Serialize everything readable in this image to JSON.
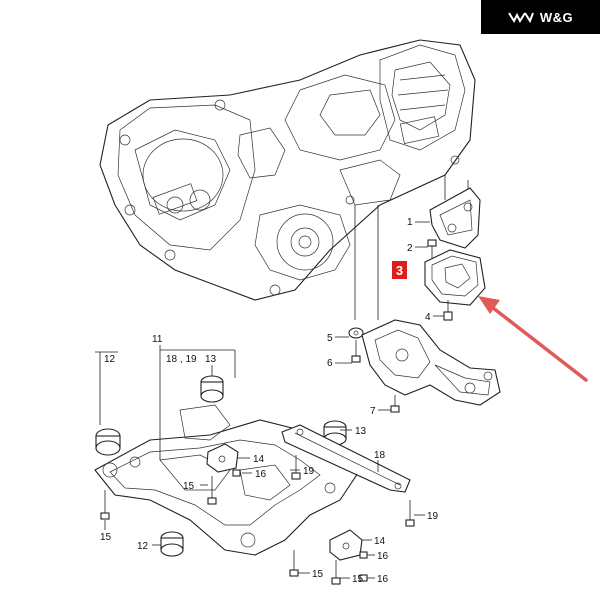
{
  "brand": {
    "name": "W&G",
    "logo_icon": "wing-logo-icon"
  },
  "highlight": {
    "label": "3",
    "color": "#e01b1b",
    "arrow_color": "#e05a5a"
  },
  "callouts": {
    "c1": "1",
    "c2": "2",
    "c4": "4",
    "c5": "5",
    "c6": "6",
    "c7": "7",
    "c11": "11",
    "c12a": "12",
    "c18_19": "18 , 19",
    "c13a": "13",
    "c13b": "13",
    "c14a": "14",
    "c16a": "16",
    "c15a": "15",
    "c15b": "15",
    "c19a": "19",
    "c18": "18",
    "c19b": "19",
    "c12b": "12",
    "c14b": "14",
    "c16b": "16",
    "c15c": "15",
    "c15d": "15",
    "c16c": "16"
  }
}
